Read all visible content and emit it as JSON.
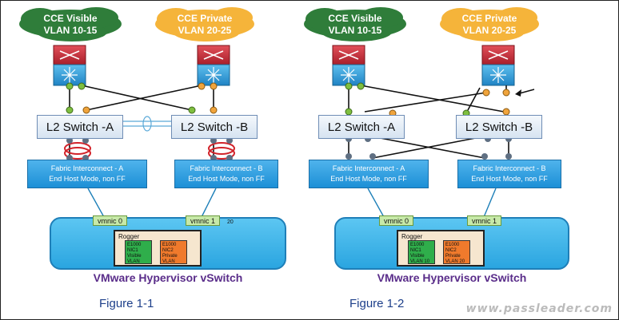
{
  "figures": [
    {
      "caption": "Figure 1-1",
      "clouds": {
        "visible": {
          "line1": "CCE Visible",
          "line2": "VLAN 10-15"
        },
        "private": {
          "line1": "CCE Private",
          "line2": "VLAN  20-25"
        }
      },
      "l2_switches": [
        "L2 Switch -A",
        "L2 Switch -B"
      ],
      "fabric_interconnects": [
        {
          "line1": "Fabric Interconnect - A",
          "line2": "End Host Mode, non FF"
        },
        {
          "line1": "Fabric Interconnect - B",
          "line2": "End Host Mode, non FF"
        }
      ],
      "vmnics": [
        "vmnic 0",
        "vmnic 1"
      ],
      "vm": {
        "name": "Rogger",
        "nics": [
          {
            "text": "E1000 NIC1 Visible VLAN",
            "color": "#2fae4b"
          },
          {
            "text": "E1000 NIC2 Private VLAN",
            "color": "#f07a2c"
          }
        ]
      },
      "extra_label": "20",
      "vswitch_label": "VMware Hypervisor vSwitch"
    },
    {
      "caption": "Figure 1-2",
      "clouds": {
        "visible": {
          "line1": "CCE Visible",
          "line2": "VLAN 10-15"
        },
        "private": {
          "line1": "CCE Private",
          "line2": "VLAN  20-25"
        }
      },
      "l2_switches": [
        "L2 Switch -A",
        "L2 Switch -B"
      ],
      "fabric_interconnects": [
        {
          "line1": "Fabric Interconnect - A",
          "line2": "End Host Mode, non FF"
        },
        {
          "line1": "Fabric Interconnect - B",
          "line2": "End Host Mode, non FF"
        }
      ],
      "vmnics": [
        "vmnic 0",
        "vmnic 1"
      ],
      "vm": {
        "name": "Rogger",
        "nics": [
          {
            "text": "E1000 NIC1 Visible VLAN",
            "color": "#2fae4b",
            "num": "10"
          },
          {
            "text": "E1000 NIC2 Private VLAN",
            "color": "#f07a2c",
            "num": "20"
          }
        ]
      },
      "vswitch_label": "VMware Hypervisor vSwitch"
    }
  ],
  "watermark": "www.passleader.com",
  "colors": {
    "cloud_green": "#2f7d3a",
    "cloud_yellow": "#f5b43a",
    "router_red": "#c8323c",
    "router_blue": "#2f9ad6",
    "port_green": "#7fbf3f",
    "port_orange": "#f0a43c",
    "port_gray": "#5f6f82"
  }
}
